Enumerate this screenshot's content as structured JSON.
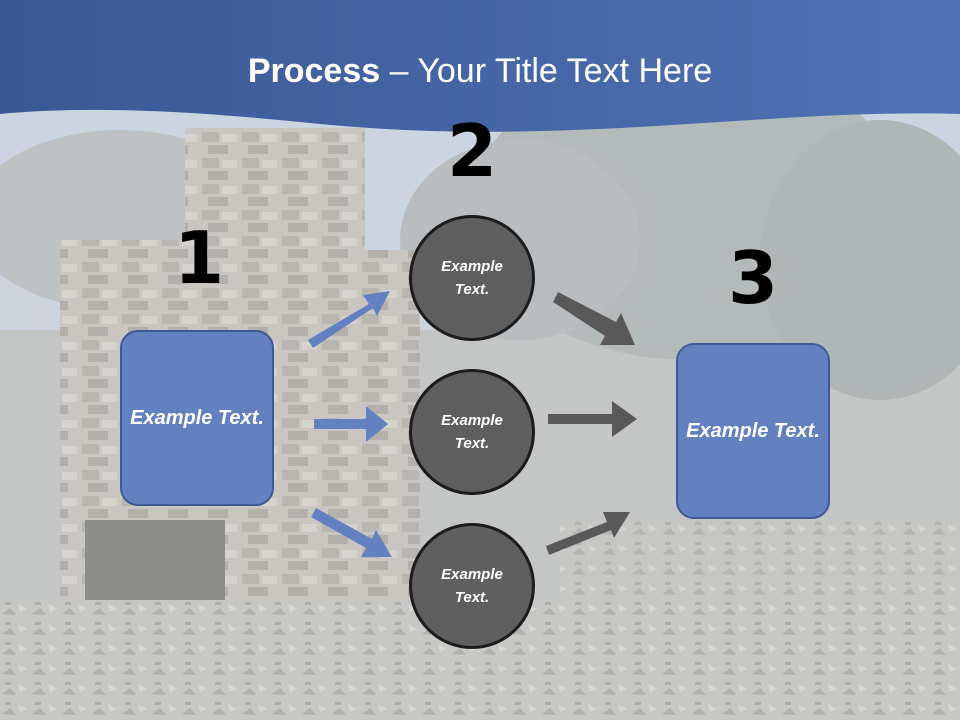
{
  "title": {
    "bold": "Process",
    "rest": " – Your Title Text Here"
  },
  "step_numbers": [
    "1",
    "2",
    "3"
  ],
  "left_box": {
    "text": "Example Text."
  },
  "circles": [
    {
      "text": "Example Text."
    },
    {
      "text": "Example Text."
    },
    {
      "text": "Example Text."
    }
  ],
  "right_box": {
    "text": "Example Text."
  },
  "colors": {
    "header": "#3f60a0",
    "box": "#6381c0",
    "circle": "#5f5f5f",
    "blue_arrow": "#6381c0",
    "grey_arrow": "#595959"
  }
}
